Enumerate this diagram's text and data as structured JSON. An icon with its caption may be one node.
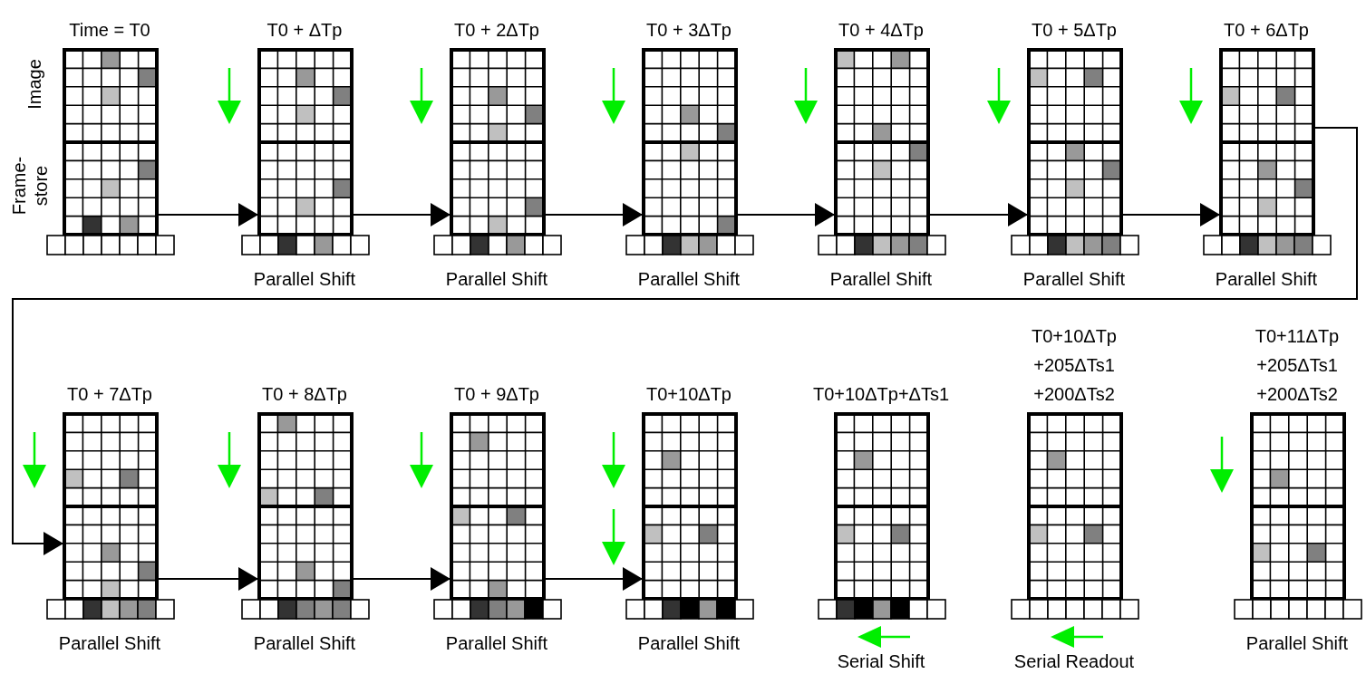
{
  "diagram": {
    "nodes": [
      {
        "text": [
          "Time = T0"
        ]
      },
      {
        "text": [
          "T0 + ΔTp"
        ],
        "beside": [
          "Parallel Shift"
        ]
      },
      {
        "text": [
          "T0 + 2ΔTp"
        ],
        "beside": [
          "Parallel Shift"
        ]
      },
      {
        "text": [
          "T0 + 3ΔTp"
        ],
        "beside": [
          "Parallel Shift"
        ]
      },
      {
        "text": [
          "T0 + 4ΔTp"
        ],
        "beside": [
          "Parallel Shift"
        ]
      },
      {
        "text": [
          "T0 + 5ΔTp"
        ],
        "beside": [
          "Parallel Shift"
        ]
      },
      {
        "text": [
          "T0 + 6ΔTp"
        ],
        "beside": [
          "Parallel Shift"
        ]
      },
      {
        "text": [
          "T0 + 7ΔTp"
        ],
        "beside": [
          "Parallel Shift"
        ]
      },
      {
        "text": [
          "T0 + 8ΔTp"
        ],
        "beside": [
          "Parallel Shift"
        ]
      },
      {
        "text": [
          "T0 + 9ΔTp"
        ],
        "beside": [
          "Parallel Shift"
        ]
      },
      {
        "text": [
          "T0+10ΔTp"
        ],
        "beside": [
          "Parallel Shift"
        ]
      },
      {
        "text": [
          "T0+10ΔTp+ΔTs1"
        ],
        "beside": [
          "Serial Shift"
        ]
      },
      {
        "text": [
          "T0+10ΔTp +205ΔTs1 +200ΔTs2"
        ],
        "beside": [
          "Serial Readout"
        ]
      },
      {
        "text": [
          "T0+11ΔTp +205ΔTs1 +200ΔTs2"
        ],
        "beside": [
          "Parallel Shift"
        ]
      }
    ],
    "edges": [
      {
        "from": 0,
        "to": 1,
        "arrow": "to"
      },
      {
        "from": 1,
        "to": 2,
        "arrow": "to"
      },
      {
        "from": 2,
        "to": 3,
        "arrow": "to"
      },
      {
        "from": 3,
        "to": 4,
        "arrow": "to"
      },
      {
        "from": 4,
        "to": 5,
        "arrow": "to"
      },
      {
        "from": 5,
        "to": 6,
        "arrow": "to"
      },
      {
        "from": 6,
        "to": 7,
        "arrow": "to"
      },
      {
        "from": 7,
        "to": 8,
        "arrow": "to"
      },
      {
        "from": 8,
        "to": 9,
        "arrow": "to"
      },
      {
        "from": 9,
        "to": 10,
        "arrow": "to"
      }
    ],
    "labels": [
      "Image",
      "Frame-store"
    ]
  }
}
